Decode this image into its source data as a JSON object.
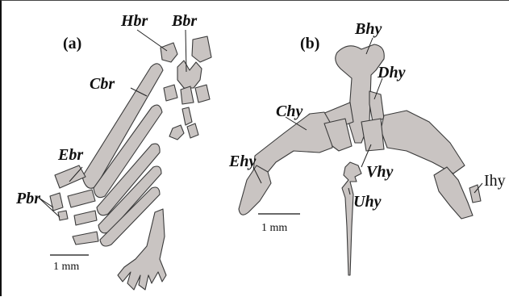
{
  "figure": {
    "panel_a": {
      "label": "(a)",
      "bones": {
        "hbr": "Hbr",
        "bbr": "Bbr",
        "cbr": "Cbr",
        "ebr": "Ebr",
        "pbr": "Pbr"
      },
      "scale_bar": "1 mm"
    },
    "panel_b": {
      "label": "(b)",
      "bones": {
        "bhy": "Bhy",
        "dhy": "Dhy",
        "chy": "Chy",
        "ehy": "Ehy",
        "vhy": "Vhy",
        "uhy": "Uhy",
        "ihy": "Ihy"
      },
      "scale_bar": "1 mm"
    }
  }
}
